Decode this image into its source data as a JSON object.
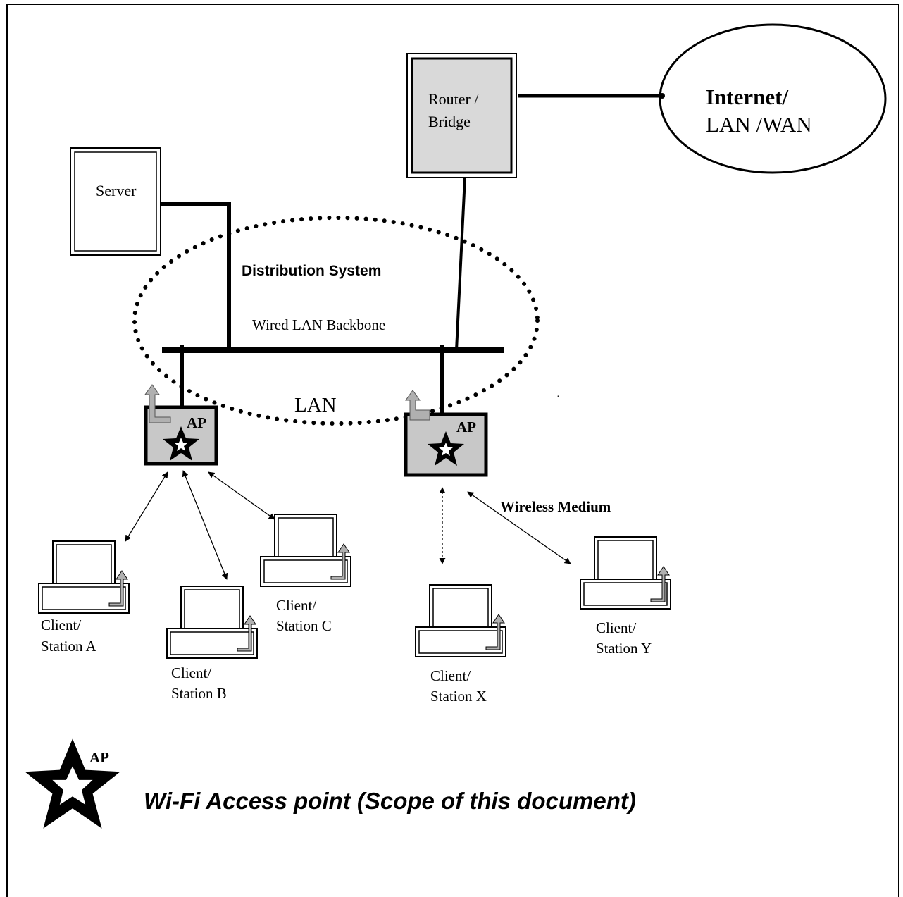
{
  "nodes": {
    "router": {
      "line1": "Router /",
      "line2": "Bridge"
    },
    "internet": {
      "line1": "Internet/",
      "line2": "LAN /WAN"
    },
    "server": {
      "label": "Server"
    },
    "ap_left": {
      "label": "AP"
    },
    "ap_right": {
      "label": "AP"
    }
  },
  "labels": {
    "distribution_system": "Distribution System",
    "wired_backbone": "Wired LAN Backbone",
    "lan": "LAN",
    "wireless_medium": "Wireless Medium"
  },
  "clients": {
    "a": {
      "line1": "Client/",
      "line2": "Station A"
    },
    "b": {
      "line1": "Client/",
      "line2": "Station B"
    },
    "c": {
      "line1": "Client/",
      "line2": "Station C"
    },
    "x": {
      "line1": "Client/",
      "line2": "Station X"
    },
    "y": {
      "line1": "Client/",
      "line2": "Station Y"
    }
  },
  "legend": {
    "ap_label": "AP",
    "text": "Wi-Fi Access point (Scope of this document)",
    "icon": "star-icon"
  }
}
